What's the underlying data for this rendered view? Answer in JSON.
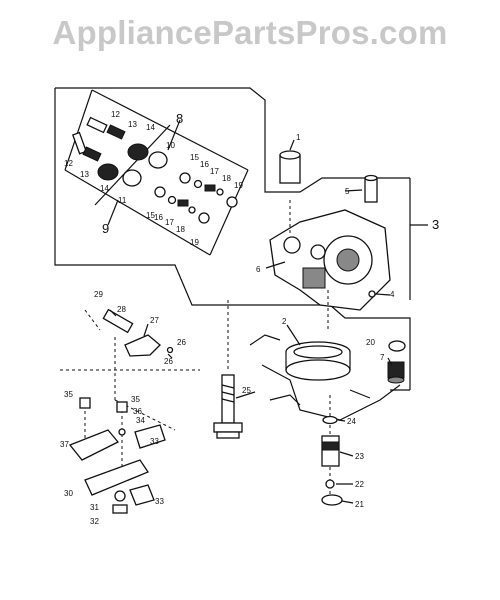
{
  "watermark": "AppliancePartsPros.com",
  "callouts": {
    "c1": "1",
    "c2": "2",
    "c3": "3",
    "c4": "4",
    "c5": "5",
    "c6": "6",
    "c7": "7",
    "c8": "8",
    "c9": "9",
    "c10": "10",
    "c11": "11",
    "c12a": "12",
    "c12b": "12",
    "c13a": "13",
    "c13b": "13",
    "c14a": "14",
    "c14b": "14",
    "c15a": "15",
    "c15b": "15",
    "c16a": "16",
    "c16b": "16",
    "c17a": "17",
    "c17b": "17",
    "c18a": "18",
    "c18b": "18",
    "c19a": "19",
    "c19b": "19",
    "c20": "20",
    "c21": "21",
    "c22": "22",
    "c23": "23",
    "c24": "24",
    "c25": "25",
    "c26a": "26",
    "c26b": "26",
    "c27": "27",
    "c28": "28",
    "c29": "29",
    "c30": "30",
    "c31": "31",
    "c32": "32",
    "c33a": "33",
    "c33b": "33",
    "c34": "34",
    "c35a": "35",
    "c35b": "35",
    "c36": "36",
    "c37": "37"
  }
}
